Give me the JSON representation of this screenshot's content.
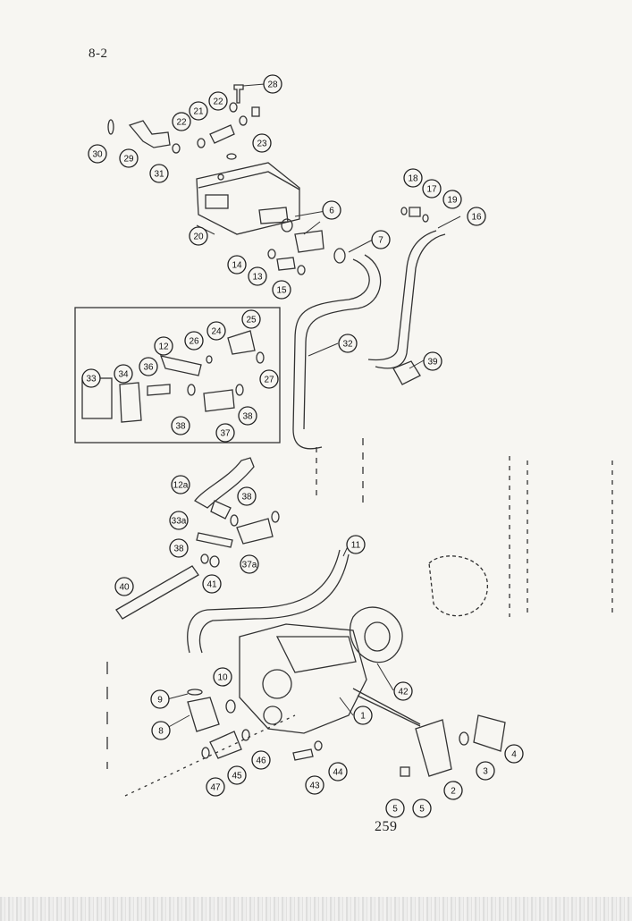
{
  "page": {
    "section": "8-2",
    "page_number": "259"
  },
  "callouts": [
    "1",
    "2",
    "3",
    "4",
    "5",
    "5",
    "6",
    "7",
    "8",
    "9",
    "10",
    "11",
    "12",
    "12a",
    "13",
    "14",
    "15",
    "16",
    "17",
    "18",
    "19",
    "20",
    "21",
    "22",
    "22",
    "23",
    "24",
    "25",
    "26",
    "27",
    "28",
    "29",
    "30",
    "31",
    "32",
    "33",
    "33a",
    "34",
    "36",
    "37",
    "37a",
    "38",
    "38",
    "38",
    "38",
    "39",
    "40",
    "41",
    "42",
    "43",
    "44",
    "45",
    "46",
    "47"
  ]
}
